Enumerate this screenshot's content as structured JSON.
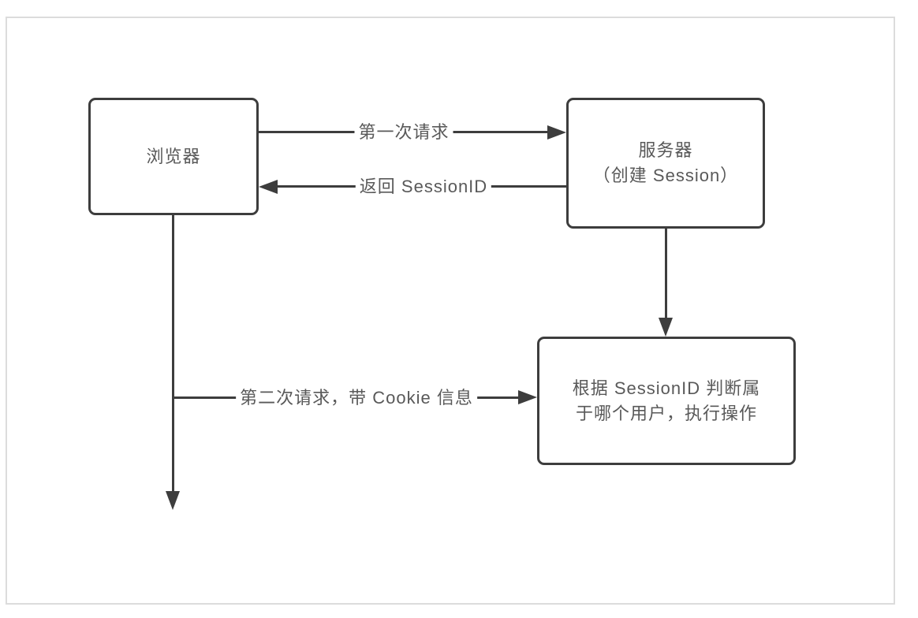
{
  "diagram": {
    "title": "session-cookie-flow",
    "nodes": {
      "browser": {
        "lines": [
          "浏览器"
        ]
      },
      "server": {
        "lines": [
          "服务器",
          "（创建 Session）"
        ]
      },
      "session_handler": {
        "lines": [
          "根据 SessionID 判断属",
          "于哪个用户，执行操作"
        ]
      }
    },
    "edges": {
      "first_request": {
        "label": "第一次请求",
        "from": "browser",
        "to": "server",
        "direction": "right"
      },
      "return_session_id": {
        "label": "返回 SessionID",
        "from": "server",
        "to": "browser",
        "direction": "left"
      },
      "create_session_flow": {
        "label": "",
        "from": "server",
        "to": "session_handler",
        "direction": "down"
      },
      "second_request": {
        "label": "第二次请求，带 Cookie 信息",
        "from": "browser",
        "to": "session_handler",
        "direction": "right"
      },
      "browser_timeline": {
        "label": "",
        "from": "browser",
        "to": "",
        "direction": "down"
      }
    },
    "colors": {
      "line": "#3d3d3d",
      "text": "#595959",
      "frame": "#dcdcdc",
      "background": "#ffffff"
    }
  }
}
